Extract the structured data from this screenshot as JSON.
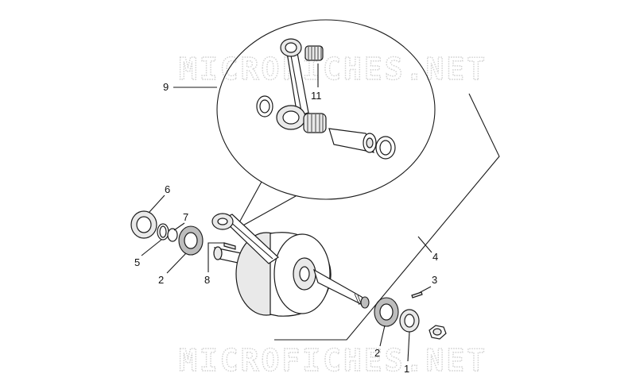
{
  "watermark": {
    "text": "MICROFICHES.NET"
  },
  "callouts": {
    "c1": "1",
    "c2a": "2",
    "c2b": "2",
    "c3": "3",
    "c4": "4",
    "c5": "5",
    "c6": "6",
    "c7": "7",
    "c8": "8",
    "c9": "9",
    "c11": "11"
  }
}
